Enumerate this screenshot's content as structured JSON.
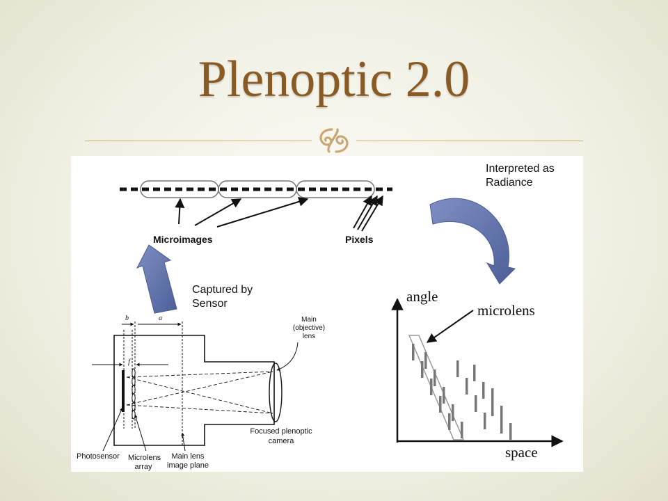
{
  "slide": {
    "title": "Plenoptic 2.0",
    "colors": {
      "title": "#8a5a24",
      "rule": "#c9a772",
      "arrow": "#5a6ea6"
    }
  },
  "top_strip": {
    "label_microimages": "Microimages",
    "label_pixels": "Pixels"
  },
  "annotations": {
    "interpreted": [
      "Interpreted as",
      "Radiance"
    ],
    "captured": [
      "Captured by",
      "Sensor"
    ]
  },
  "camera": {
    "label_b": "b",
    "label_a": "a",
    "label_f": "f",
    "main_lens": [
      "Main",
      "(objective)",
      "lens"
    ],
    "focused": [
      "Focused plenoptic",
      "camera"
    ],
    "photosensor": "Photosensor",
    "microlens": [
      "Microlens",
      "array"
    ],
    "image_plane": [
      "Main lens",
      "image plane"
    ]
  },
  "radiance_plot": {
    "y_axis": "angle",
    "x_axis": "space",
    "annotation": "microlens"
  }
}
